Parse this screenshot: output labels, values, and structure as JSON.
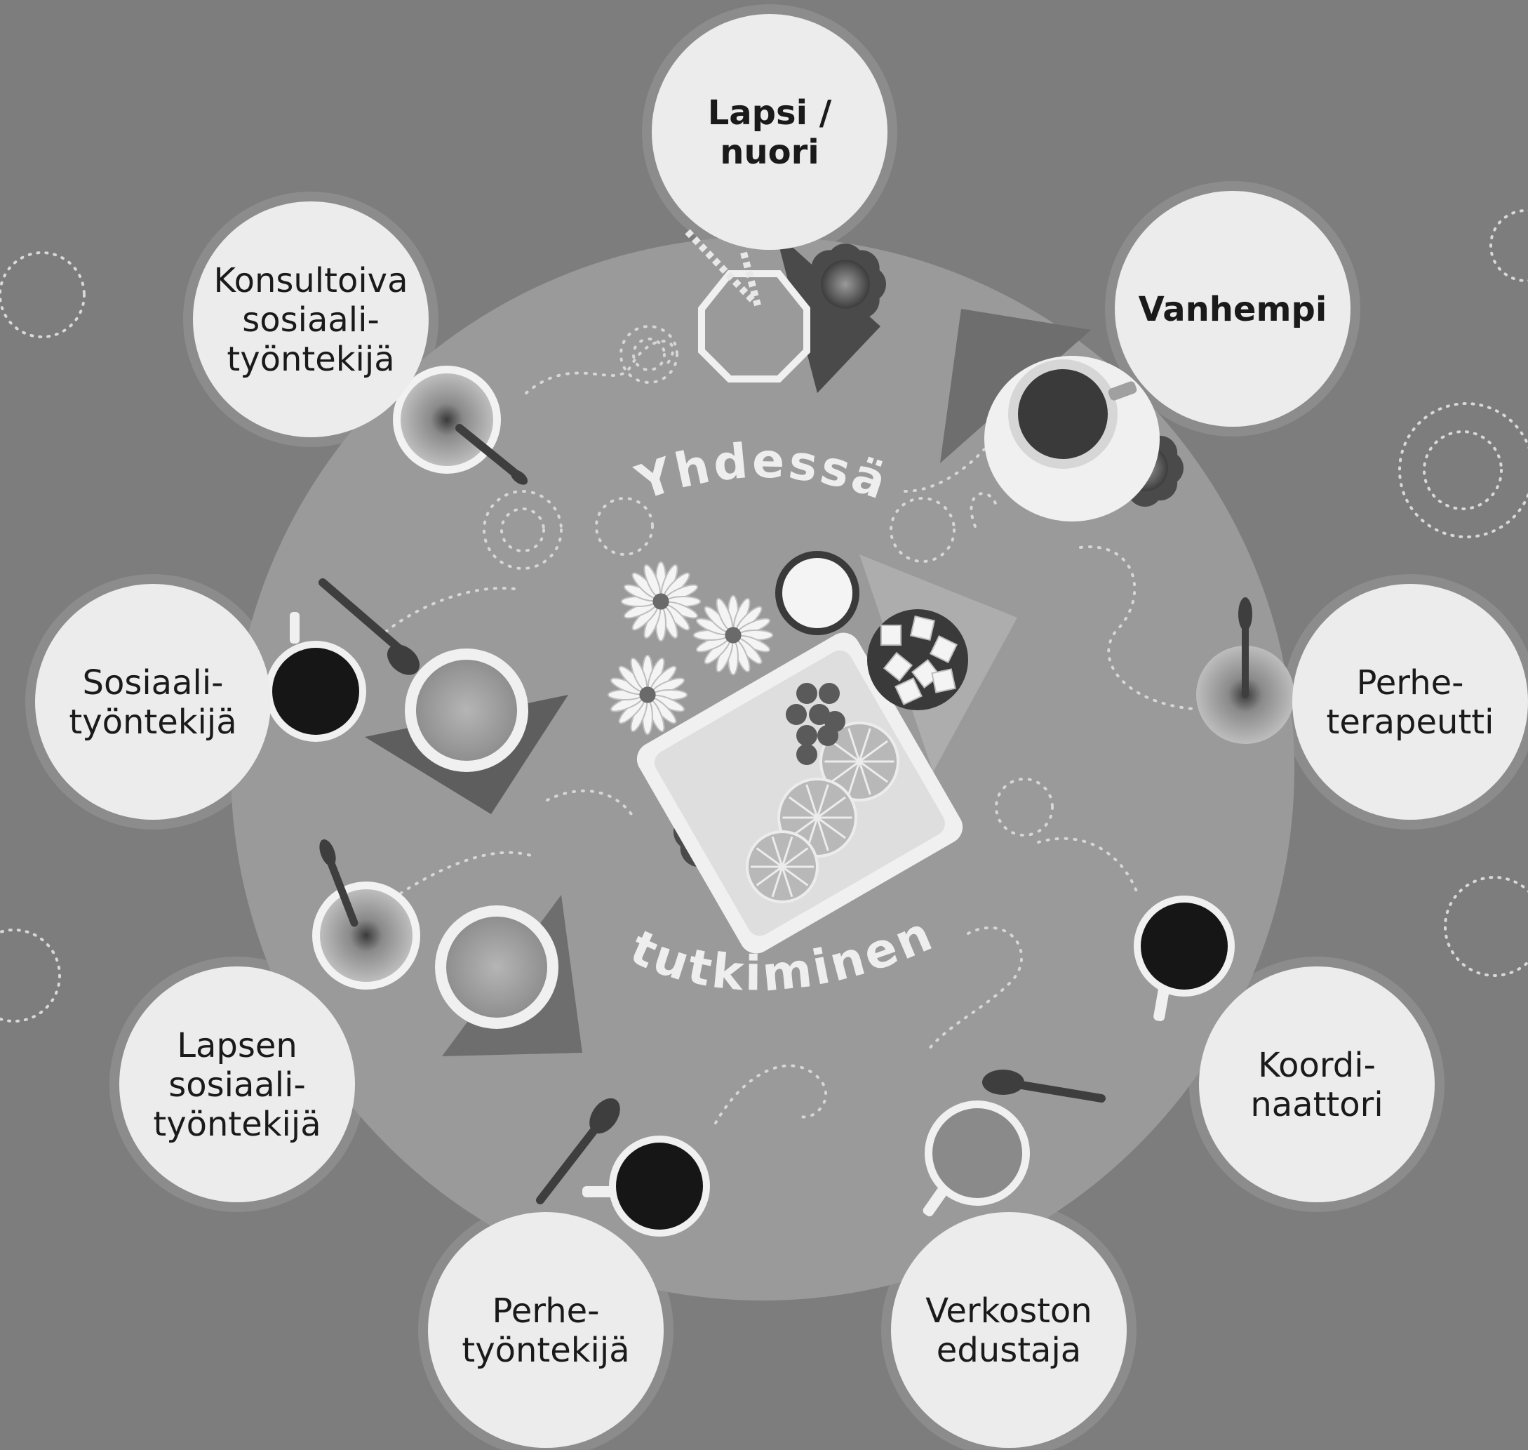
{
  "center_title": {
    "line1": "Yhdessä",
    "line2": "tutkiminen"
  },
  "seats": [
    {
      "id": "lapsi-nuori",
      "lines": [
        "Lapsi /",
        "nuori"
      ],
      "bold": true
    },
    {
      "id": "vanhempi",
      "lines": [
        "Vanhempi"
      ],
      "bold": true
    },
    {
      "id": "perheterapeutti",
      "lines": [
        "Perhe-",
        "terapeutti"
      ],
      "bold": false
    },
    {
      "id": "koordinaattori",
      "lines": [
        "Koordi-",
        "naattori"
      ],
      "bold": false
    },
    {
      "id": "verkoston-edustaja",
      "lines": [
        "Verkoston",
        "edustaja"
      ],
      "bold": false
    },
    {
      "id": "perhetyontekija",
      "lines": [
        "Perhe-",
        "työntekijä"
      ],
      "bold": false
    },
    {
      "id": "lapsen-sosiaalityontekija",
      "lines": [
        "Lapsen",
        "sosiaali-",
        "työntekijä"
      ],
      "bold": false
    },
    {
      "id": "sosiaalityontekija",
      "lines": [
        "Sosiaali-",
        "työntekijä"
      ],
      "bold": false
    },
    {
      "id": "konsultoiva-sosiaalityontekija",
      "lines": [
        "Konsultoiva",
        "sosiaali-",
        "työntekijä"
      ],
      "bold": false
    }
  ],
  "colors": {
    "background": "#7d7d7d",
    "table": "#9a9a9a",
    "seat": "#ececec",
    "seat_ring": "#8c8c8c",
    "dark_cup": "#1f1f1f",
    "napkin": "#6e6e6e",
    "napkin_light": "#a8a8a8",
    "flower": "#f4f4f4",
    "dotted": "#d8d8d8"
  },
  "icons": [
    "cup-icon",
    "spoon-icon",
    "glass-icon",
    "napkin-icon",
    "flower-icon",
    "fruit-plate-icon",
    "bowl-icon"
  ]
}
